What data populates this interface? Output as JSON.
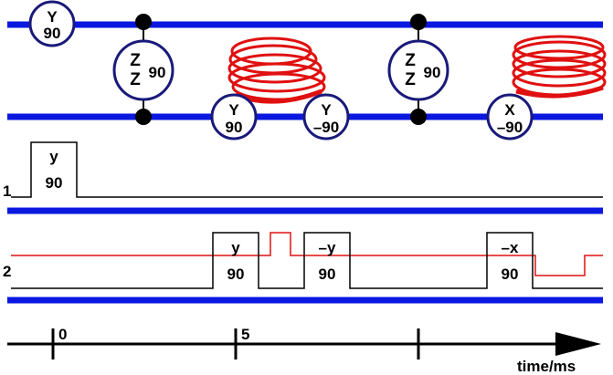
{
  "colors": {
    "rail": "#0a18e0",
    "gate_stroke": "#1a1a7a",
    "helix": "#e01010",
    "pulse_line": "#000000",
    "gradient_line": "#e01010"
  },
  "gates": {
    "g1": {
      "top": "Y",
      "bottom": "90"
    },
    "g2": {
      "top": "Z",
      "bottom": "Z",
      "side": "90"
    },
    "g3": {
      "top": "Y",
      "bottom": "90"
    },
    "g4": {
      "top": "Y",
      "bottom": "–90"
    },
    "g5": {
      "top": "Z",
      "bottom": "Z",
      "side": "90"
    },
    "g6": {
      "top": "X",
      "bottom": "–90"
    }
  },
  "channels": {
    "ch1": {
      "label": "1",
      "pulses": [
        {
          "phase": "y",
          "angle": "90"
        }
      ]
    },
    "ch2": {
      "label": "2",
      "pulses": [
        {
          "phase": "y",
          "angle": "90"
        },
        {
          "phase": "–y",
          "angle": "90"
        },
        {
          "phase": "–x",
          "angle": "90"
        }
      ]
    }
  },
  "timeline": {
    "ticks": [
      "0",
      "5"
    ],
    "axis_label": "time/ms"
  },
  "icons": {
    "helix": "helix-coil-icon",
    "arrow": "arrow-right-icon",
    "control_dot": "control-dot-icon"
  }
}
